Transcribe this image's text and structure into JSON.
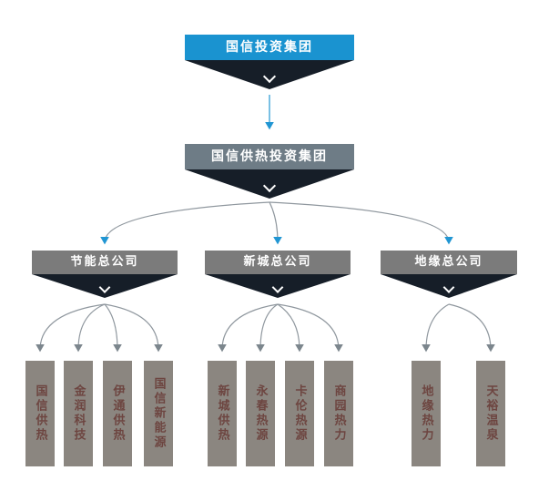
{
  "colors": {
    "root_banner": "#1a93d0",
    "pennant_dark": "#161e28",
    "level2_banner": "#6e7c86",
    "division_banner": "#7b7b7b",
    "leaf_box": "#8b8680",
    "leaf_text": "#6d4540",
    "connector": "#8f979e",
    "arrow_blue": "#2196d3"
  },
  "nodes": {
    "root": {
      "label": "国信投资集团"
    },
    "level2": {
      "label": "国信供热投资集团"
    }
  },
  "divisions": [
    {
      "label": "节能总公司",
      "children": [
        "国信供热",
        "金润科技",
        "伊通供热",
        "国信新能源"
      ]
    },
    {
      "label": "新城总公司",
      "children": [
        "新城供热",
        "永春热源",
        "卡伦热源",
        "商园热力"
      ]
    },
    {
      "label": "地缘总公司",
      "children": [
        "地缘热力",
        "天裕温泉"
      ]
    }
  ]
}
